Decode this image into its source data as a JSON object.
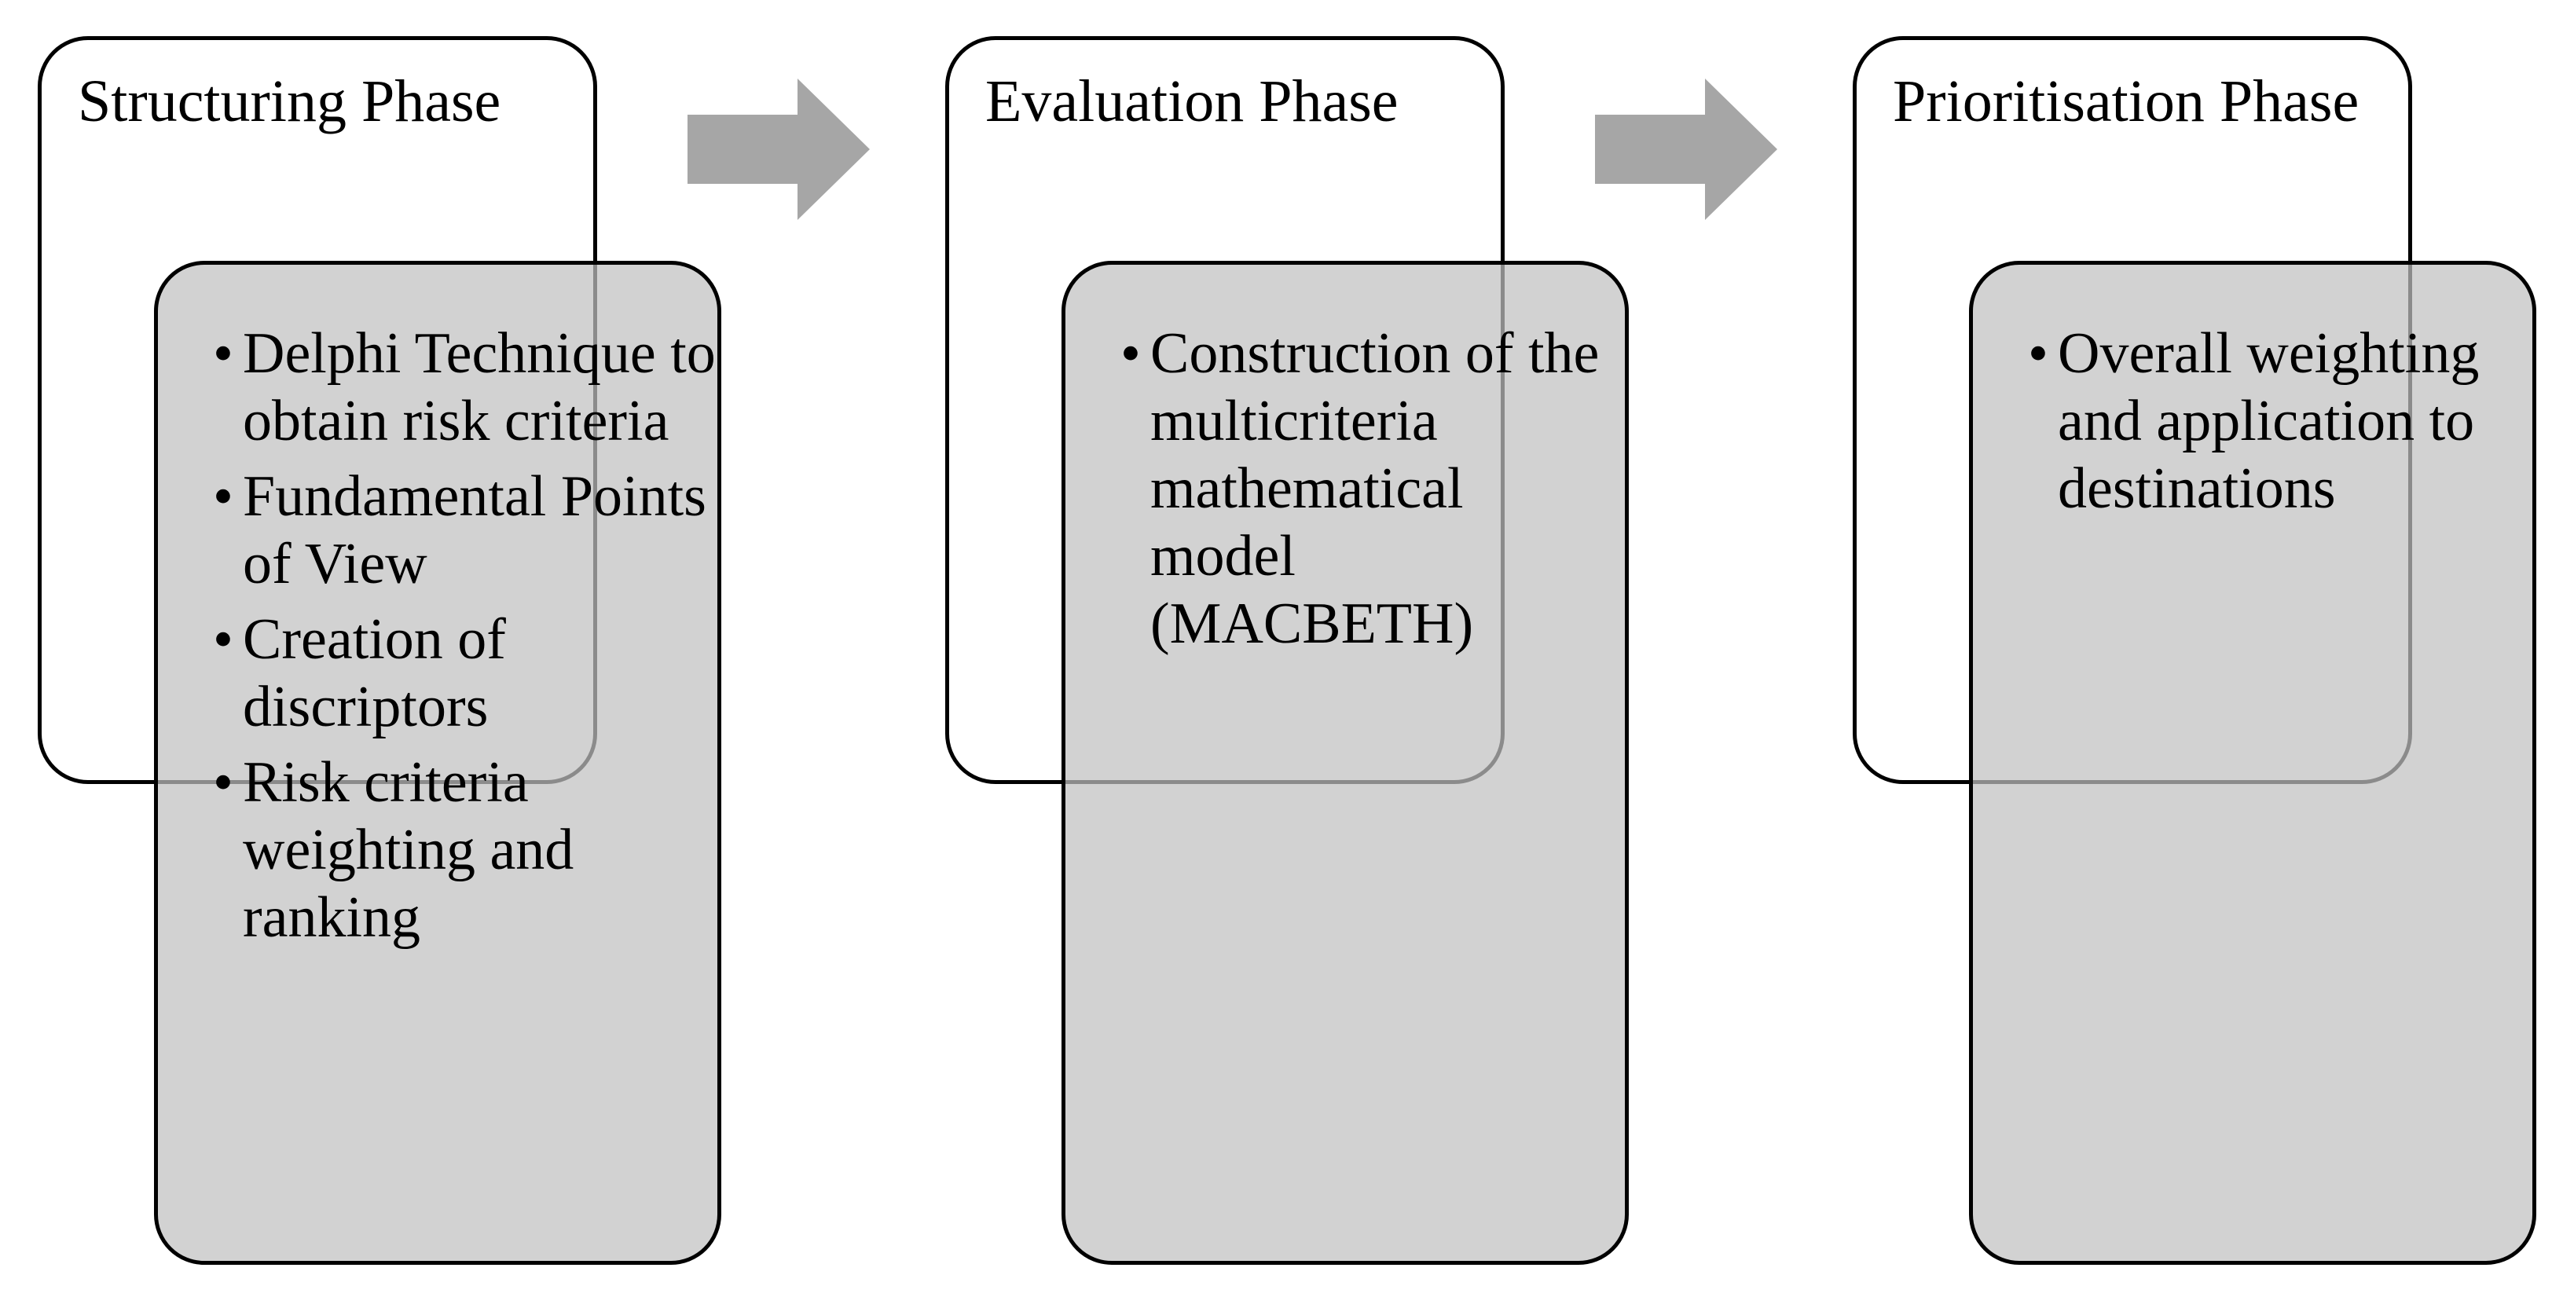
{
  "phases": [
    {
      "title": "Structuring Phase",
      "items": [
        "Delphi Technique to obtain risk criteria",
        "Fundamental Points of View",
        "Creation of discriptors",
        "Risk criteria weighting and ranking"
      ]
    },
    {
      "title": "Evaluation Phase",
      "items": [
        "Construction of the multicriteria mathematical model (MACBETH)"
      ]
    },
    {
      "title": "Prioritisation Phase",
      "items": [
        "Overall weighting and application to destinations"
      ]
    }
  ],
  "bullet_symbol": "•",
  "colors": {
    "detail_fill": "#c8c8c8",
    "arrow_fill": "#a6a6a6",
    "border": "#000000"
  },
  "icons": {
    "arrow": "right-arrow-icon"
  }
}
